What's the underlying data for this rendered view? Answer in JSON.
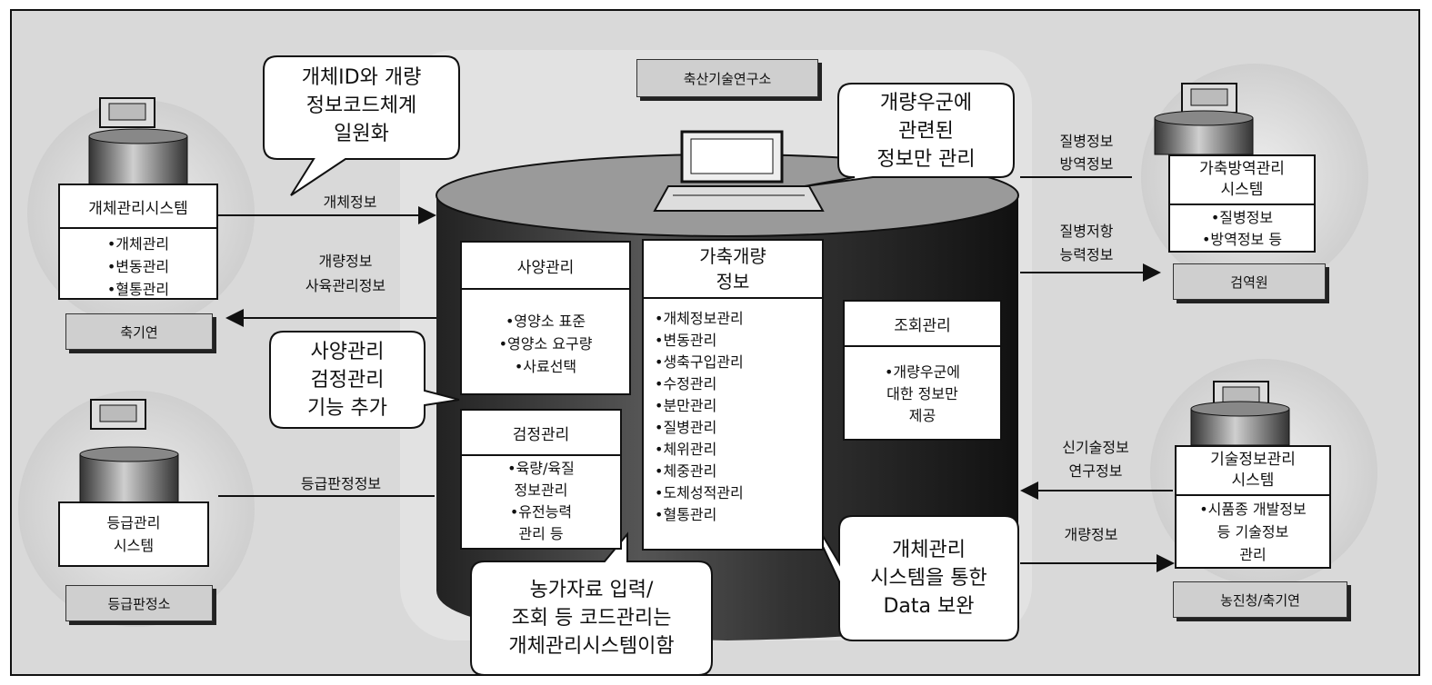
{
  "labels": {
    "center_org": "축산기술연구소",
    "left_top_org": "축기연",
    "left_bottom_org": "등급판정소",
    "right_top_org": "검역원",
    "right_bottom_org": "농진청/축기연"
  },
  "callouts": {
    "unify": [
      "개체ID와 개량",
      "정보코드체계",
      "일원화"
    ],
    "manage_only": [
      "개량우군에",
      "관련된",
      "정보만 관리"
    ],
    "add_func": [
      "사양관리",
      "검정관리",
      "기능 추가"
    ],
    "data_supplement": [
      "개체관리",
      "시스템을 통한",
      "Data 보완"
    ],
    "code_mgmt": [
      "농가자료 입력/",
      "조회 등 코드관리는",
      "개체관리시스템이함"
    ]
  },
  "systems": {
    "individual": {
      "title": "개체관리시스템",
      "items": [
        "•개체관리",
        "•변동관리",
        "•혈통관리"
      ]
    },
    "grade": {
      "title_lines": [
        "등급관리",
        "시스템"
      ]
    },
    "quarantine": {
      "title_lines": [
        "가축방역관리",
        "시스템"
      ],
      "items": [
        "•질병정보",
        "•방역정보 등"
      ]
    },
    "tech": {
      "title_lines": [
        "기술정보관리",
        "시스템"
      ],
      "items": [
        "•시품종 개발정보",
        "등 기술정보",
        "관리"
      ]
    }
  },
  "center": {
    "feeding": {
      "title": "사양관리",
      "items": [
        "•영양소 표준",
        "•영양소 요구량",
        "•사료선택"
      ]
    },
    "testing": {
      "title": "검정관리",
      "items": [
        "•육량/육질",
        "정보관리",
        "•유전능력",
        "관리 등"
      ]
    },
    "main": {
      "title_lines": [
        "가축개량",
        "정보"
      ],
      "items": [
        "•개체정보관리",
        "•변동관리",
        "•생축구입관리",
        "•수정관리",
        "•분만관리",
        "•질병관리",
        "•체위관리",
        "•체중관리",
        "•도체성적관리",
        "•혈통관리"
      ]
    },
    "query": {
      "title": "조회관리",
      "items": [
        "•개량우군에",
        "대한 정보만",
        "제공"
      ]
    }
  },
  "flows": {
    "individual_info": "개체정보",
    "improvement_out": [
      "개량정보",
      "사육관리정보"
    ],
    "grade_info": "등급판정정보",
    "disease_in": [
      "질병정보",
      "방역정보"
    ],
    "resistance_out": [
      "질병저항",
      "능력정보"
    ],
    "newtech_in": [
      "신기술정보",
      "연구정보"
    ],
    "improvement_info": "개량정보"
  }
}
